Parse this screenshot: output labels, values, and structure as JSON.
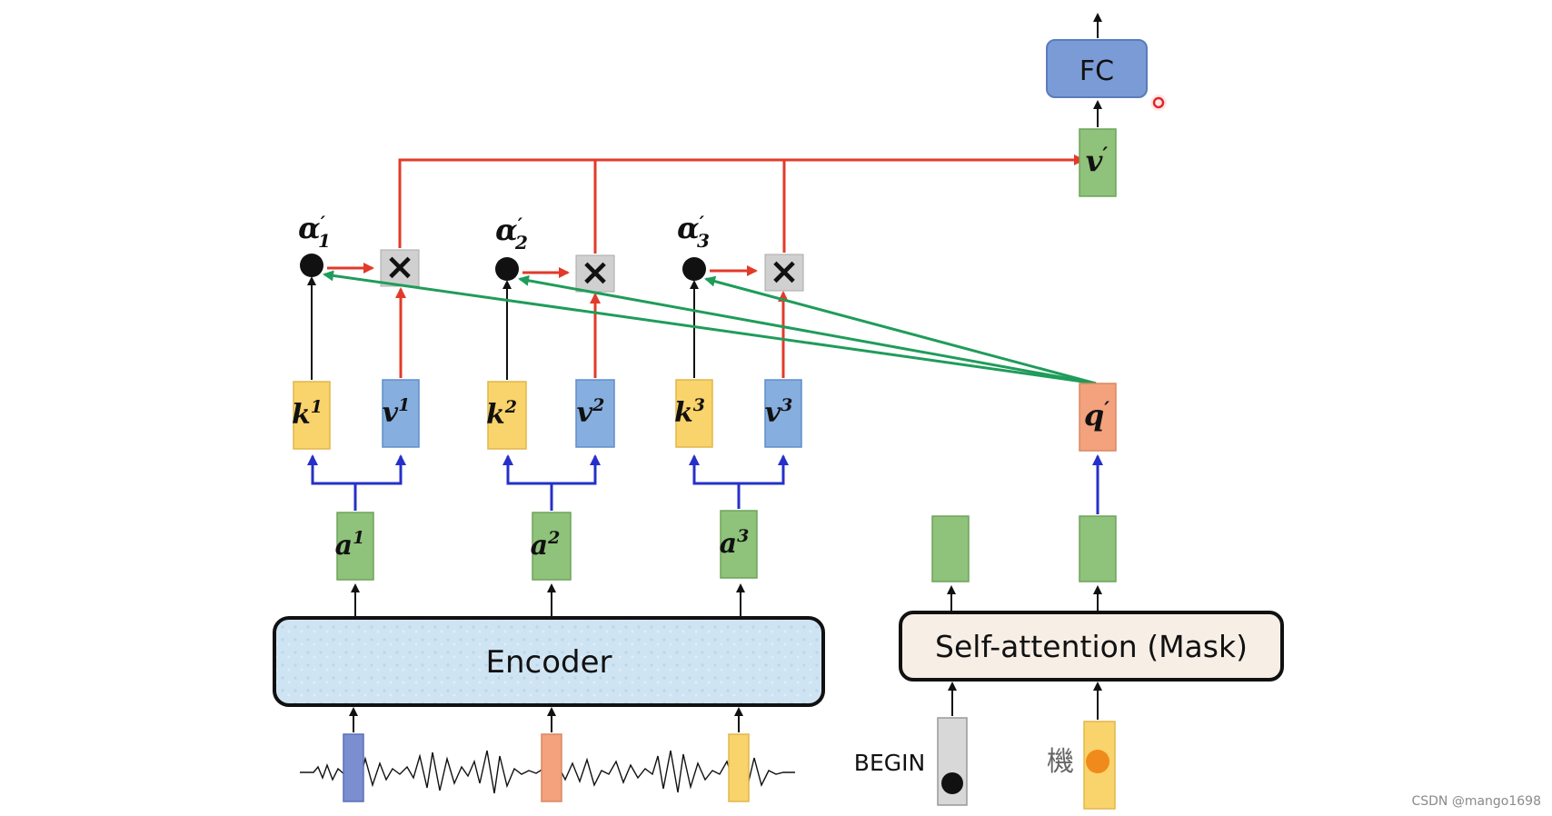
{
  "encoder": {
    "label": "Encoder"
  },
  "decoder": {
    "label": "Self-attention (Mask)"
  },
  "fc": {
    "label": "FC"
  },
  "columns": [
    {
      "a": "a",
      "k": "k",
      "v": "v",
      "sup": "1",
      "alpha": "α",
      "alpha_prime": "′",
      "alpha_sub": "1"
    },
    {
      "a": "a",
      "k": "k",
      "v": "v",
      "sup": "2",
      "alpha": "α",
      "alpha_prime": "′",
      "alpha_sub": "2"
    },
    {
      "a": "a",
      "k": "k",
      "v": "v",
      "sup": "3",
      "alpha": "α",
      "alpha_prime": "′",
      "alpha_sub": "3"
    }
  ],
  "query": {
    "label": "q",
    "prime": "′"
  },
  "context": {
    "label": "v",
    "prime": "′"
  },
  "inputs": {
    "begin_label": "BEGIN",
    "token_label": "機"
  },
  "multiply_symbol": "×",
  "watermark": "CSDN @mango1698",
  "colors": {
    "attention_flow": "#e23a2a",
    "query_flow": "#1f9c5a",
    "projection_flow": "#2630c8",
    "key_fill": "#f9d36b",
    "value_fill": "#86aede",
    "a_fill": "#8fc27a",
    "query_fill": "#f3a27d",
    "fc_fill": "#7b9bd6",
    "encoder_fill": "#cfe4f3",
    "decoder_fill": "#f7efe6"
  }
}
